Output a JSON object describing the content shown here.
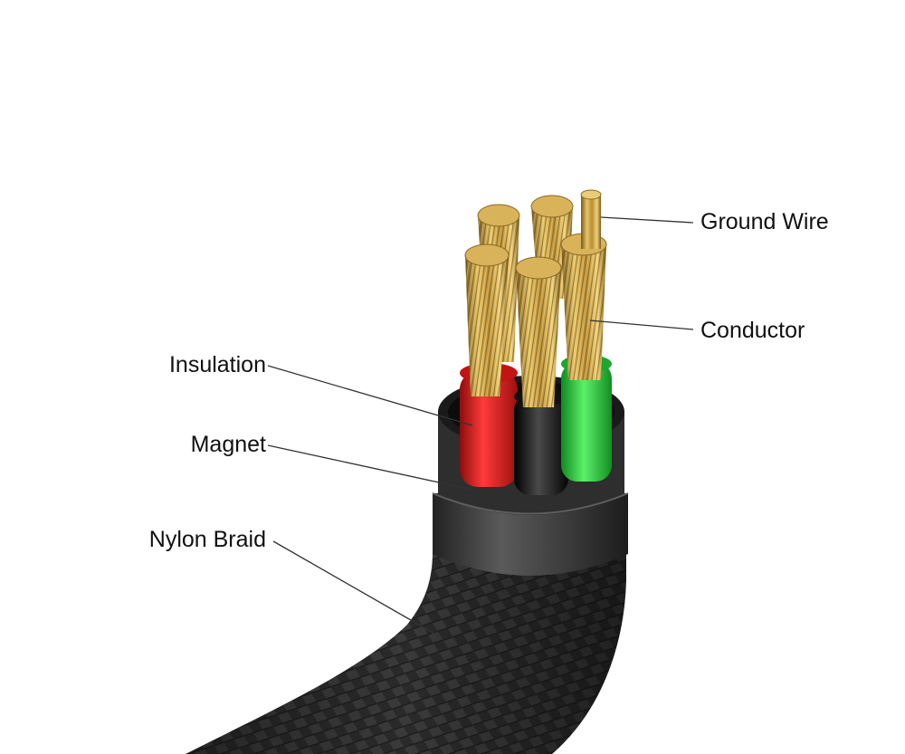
{
  "labels": {
    "ground_wire": "Ground Wire",
    "conductor": "Conductor",
    "insulation": "Insulation",
    "magnet": "Magnet",
    "nylon_braid": "Nylon Braid"
  },
  "colors": {
    "red_insulation": "#d81a1a",
    "black_insulation": "#0e0e0e",
    "green_insulation": "#27c43a",
    "copper": "#c9a24a",
    "magnet_ring": "#3a3a3a",
    "braid": "#2b2b2b",
    "leader_line": "#333333"
  }
}
